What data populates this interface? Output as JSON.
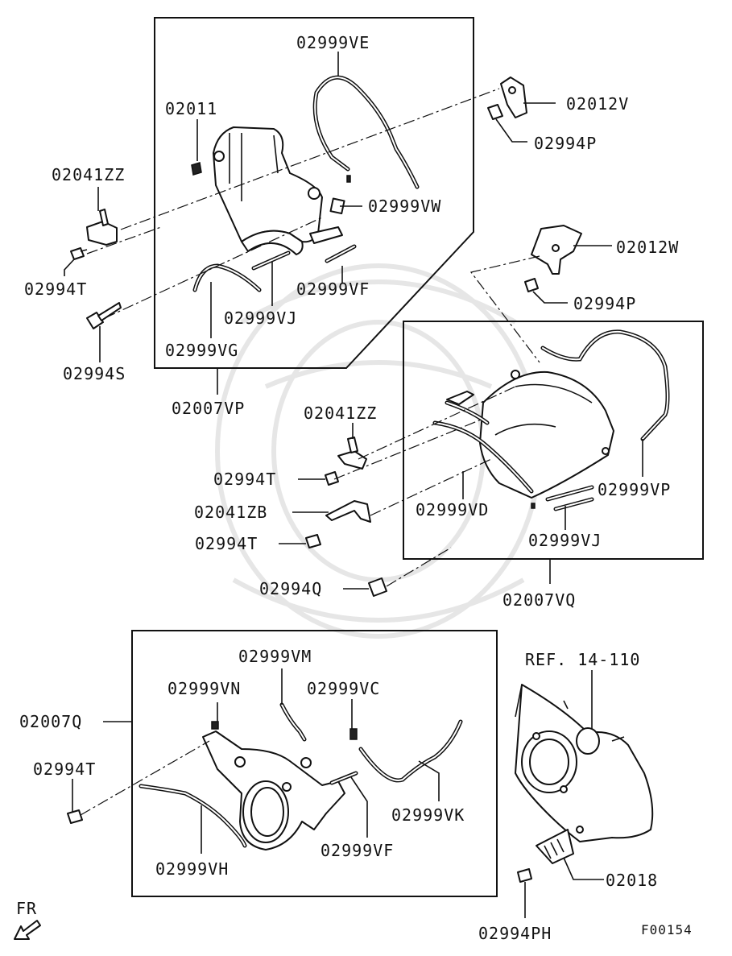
{
  "labels": {
    "l_02999VE": "02999VE",
    "l_02011": "02011",
    "l_02012V": "02012V",
    "l_02994P_a": "02994P",
    "l_02041ZZ_a": "02041ZZ",
    "l_02999VW": "02999VW",
    "l_02994T_a": "02994T",
    "l_02999VF_a": "02999VF",
    "l_02999VJ_a": "02999VJ",
    "l_02994S": "02994S",
    "l_02999VG": "02999VG",
    "l_02012W": "02012W",
    "l_02994P_b": "02994P",
    "l_02007VP": "02007VP",
    "l_02041ZZ_b": "02041ZZ",
    "l_02994T_b": "02994T",
    "l_02041ZB": "02041ZB",
    "l_02994T_c": "02994T",
    "l_02999VD": "02999VD",
    "l_02999VP": "02999VP",
    "l_02999VJ_b": "02999VJ",
    "l_02994Q": "02994Q",
    "l_02007VQ": "02007VQ",
    "l_02999VM": "02999VM",
    "l_REF": "REF. 14-110",
    "l_02999VN": "02999VN",
    "l_02999VC": "02999VC",
    "l_02007Q": "02007Q",
    "l_02994T_d": "02994T",
    "l_02999VK": "02999VK",
    "l_02999VF_b": "02999VF",
    "l_02999VH": "02999VH",
    "l_02018": "02018",
    "l_FR": "FR",
    "l_02994PH": "02994PH",
    "l_F00154": "F00154"
  }
}
